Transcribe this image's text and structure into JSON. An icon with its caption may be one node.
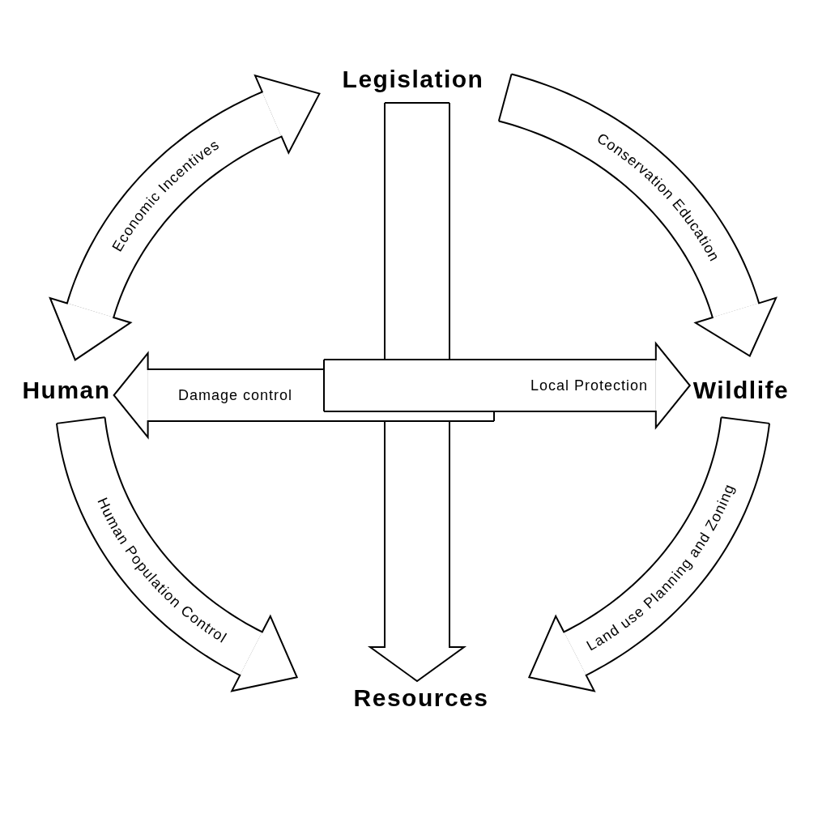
{
  "diagram": {
    "nodes": [
      {
        "text": [
          "Legislation"
        ]
      },
      {
        "text": [
          "Wildlife"
        ]
      },
      {
        "text": [
          "Resources"
        ]
      },
      {
        "text": [
          "Human"
        ]
      }
    ],
    "edges": [
      {
        "from": 3,
        "to": 0,
        "arrow": "both",
        "label": "Economic Incentives"
      },
      {
        "from": 0,
        "to": 1,
        "arrow": "to",
        "label": "Conservation Education"
      },
      {
        "from": 1,
        "to": 2,
        "arrow": "to",
        "label": "Land use Planning and Zoning"
      },
      {
        "from": 3,
        "to": 2,
        "arrow": "to",
        "label": "Human Population Control"
      },
      {
        "from": 0,
        "to": 2,
        "arrow": "to"
      },
      {
        "from": null,
        "to": 3,
        "arrow": "to",
        "label": "Damage control"
      },
      {
        "from": null,
        "to": 1,
        "arrow": "to",
        "label": "Local Protection"
      }
    ]
  }
}
